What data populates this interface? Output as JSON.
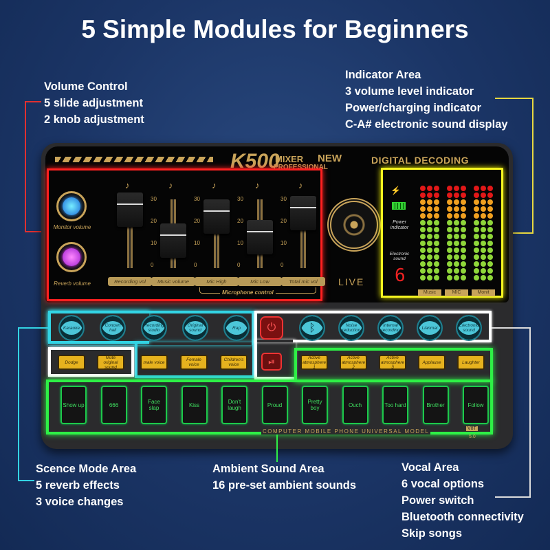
{
  "title": "5 Simple Modules for Beginners",
  "annotations": {
    "volume": [
      "Volume Control",
      "5 slide adjustment",
      "2 knob adjustment"
    ],
    "indicator": [
      "Indicator Area",
      "3 volume level indicator",
      "Power/charging indicator",
      "C-A# electronic sound display"
    ],
    "scene": [
      "Scence Mode Area",
      "5 reverb effects",
      "3 voice changes"
    ],
    "ambient": [
      "Ambient Sound Area",
      "16 pre-set ambient sounds"
    ],
    "vocal": [
      "Vocal Area",
      "6 vocal options",
      "Power switch",
      "Bluetooth connectivity",
      "Skip songs"
    ]
  },
  "device": {
    "brand": "K500",
    "mixer": "MIXER",
    "new": "NEW",
    "professional": "PROFESSIONAL",
    "digital_decoding": "DIGITAL DECODING",
    "live": "LIVE",
    "knobs": [
      "Monitor volume",
      "Reverb volume"
    ],
    "scale": [
      "30",
      "20",
      "10",
      "0"
    ],
    "faders": [
      {
        "label": "Recording vol",
        "level": 0.85
      },
      {
        "label": "Music volume",
        "level": 0.4
      },
      {
        "label": "Mic High",
        "level": 0.75
      },
      {
        "label": "Mic Low",
        "level": 0.45
      },
      {
        "label": "Total mic vol",
        "level": 0.8
      }
    ],
    "mic_control": "Microphone control",
    "power_indicator": "Power indicator",
    "electronic_sound": "Electronic sound",
    "digit": "6",
    "meters": [
      "Music",
      "MIC",
      "Monit"
    ],
    "reverb_buttons": [
      "Karaoke",
      "Concert hall",
      "Recording studio",
      "Original sound",
      "Rap"
    ],
    "vocal_buttons": [
      "Bluetooth",
      "Noise reduction",
      "Internal recording",
      "Lianmai",
      "Electronic sound"
    ],
    "dodge_buttons": [
      "Dodge",
      "Mute original sound"
    ],
    "voice_buttons": [
      "male voice",
      "Female voice",
      "Children's voice"
    ],
    "atmos_buttons": [
      "Active atmosphere 1",
      "Active atmosphere 2",
      "Active atmosphere 3",
      "Applause",
      "Laughter"
    ],
    "ambient_buttons": [
      "Show up",
      "666",
      "Face slap",
      "Kiss",
      "Don't laugh",
      "Proud",
      "Pretty boy",
      "Ouch",
      "Too hard",
      "Brother",
      "Follow"
    ],
    "footer": "COMPUTER MOBILE PHONE UNIVERSAL MODEL",
    "version_top": "V8T",
    "version": "5.0"
  }
}
